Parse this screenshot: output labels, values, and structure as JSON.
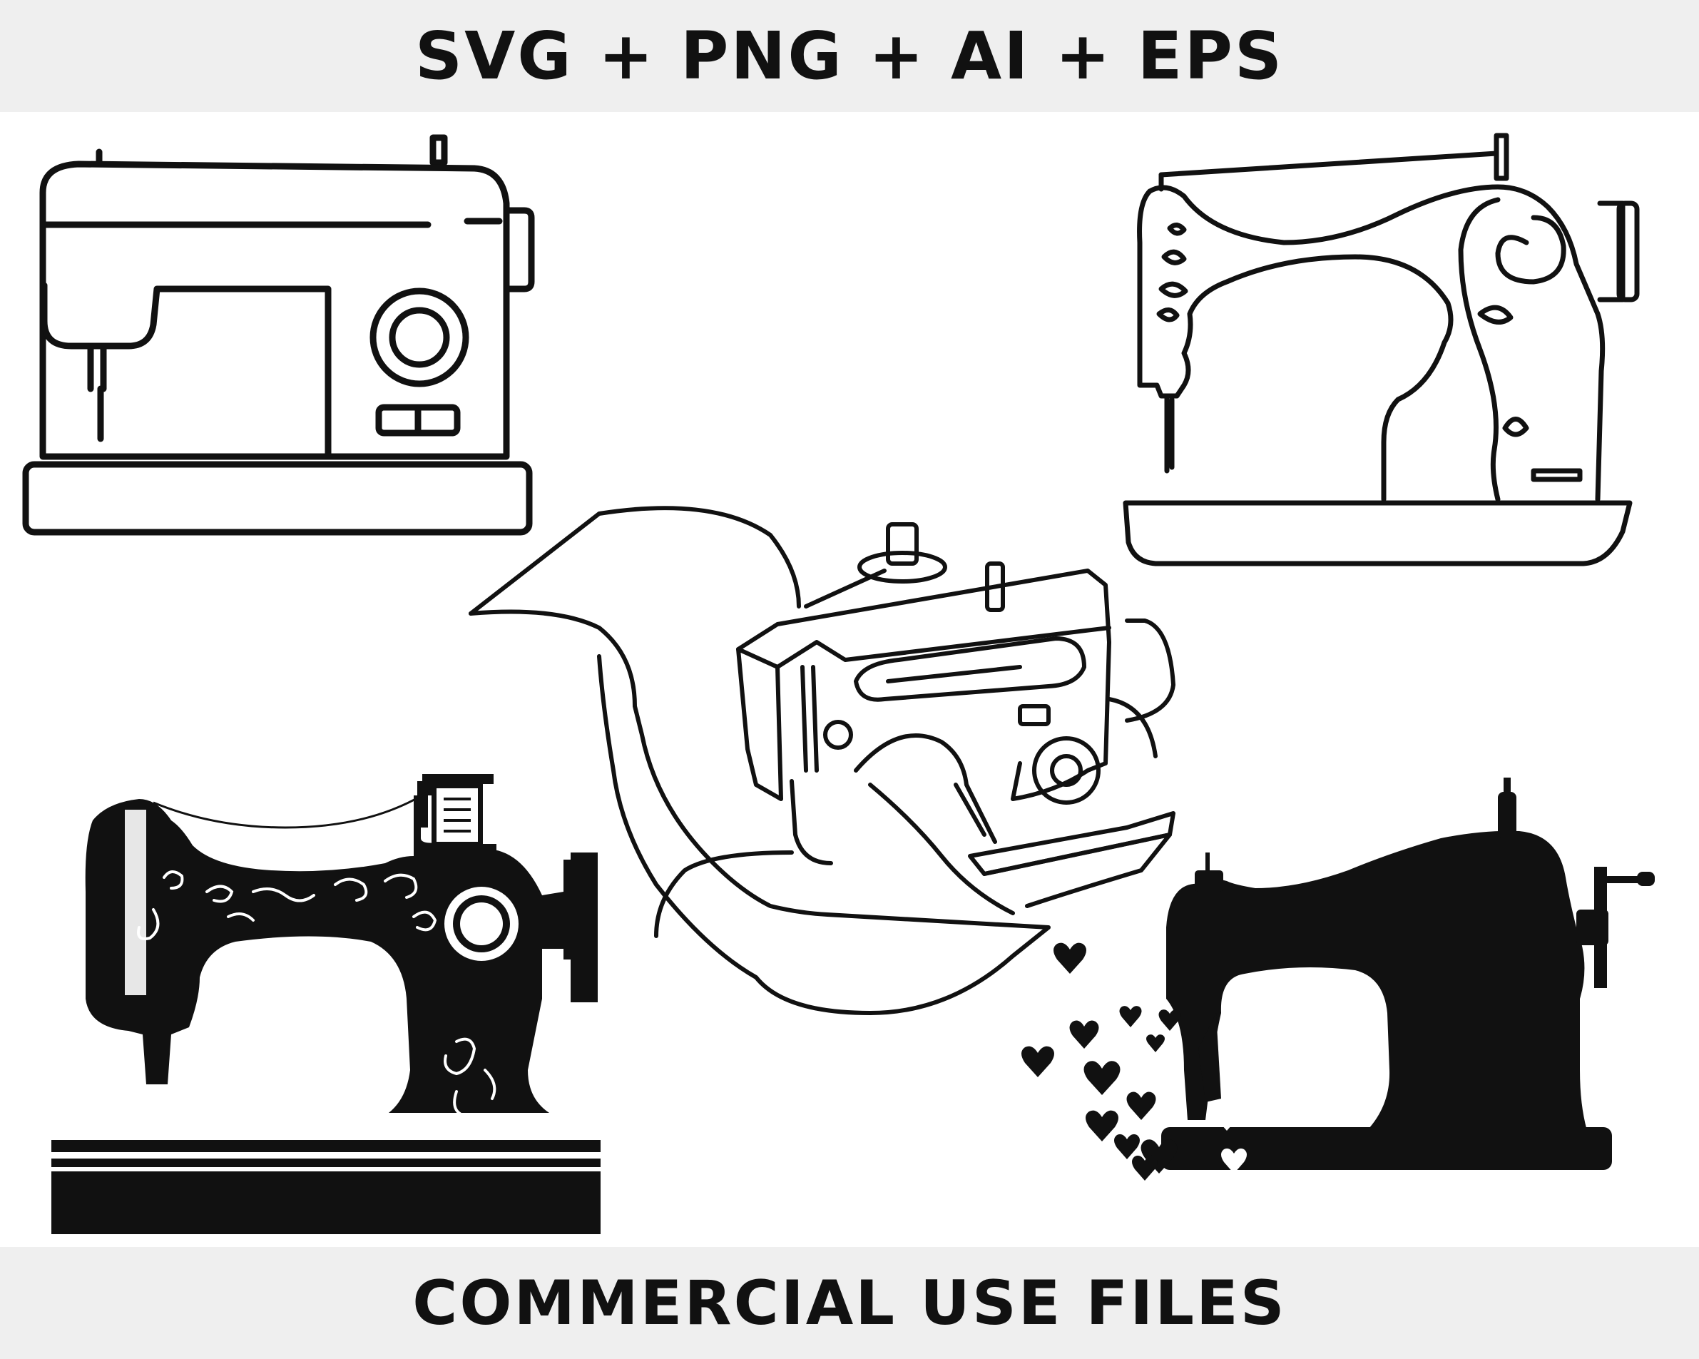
{
  "header": {
    "formats_text": "SVG + PNG + AI + EPS"
  },
  "footer": {
    "license_text": "COMMERCIAL USE FILES"
  },
  "illustrations": [
    {
      "id": "modern-sewing-machine-outline",
      "style": "outline"
    },
    {
      "id": "vintage-sewing-machine-leaf-outline",
      "style": "outline"
    },
    {
      "id": "sewing-machine-with-fabric-outline",
      "style": "outline"
    },
    {
      "id": "ornate-vintage-sewing-machine-silhouette",
      "style": "silhouette"
    },
    {
      "id": "vintage-sewing-machine-hearts-silhouette",
      "style": "silhouette"
    }
  ],
  "colors": {
    "ink": "#111111",
    "band": "#efefef",
    "background": "#ffffff"
  }
}
